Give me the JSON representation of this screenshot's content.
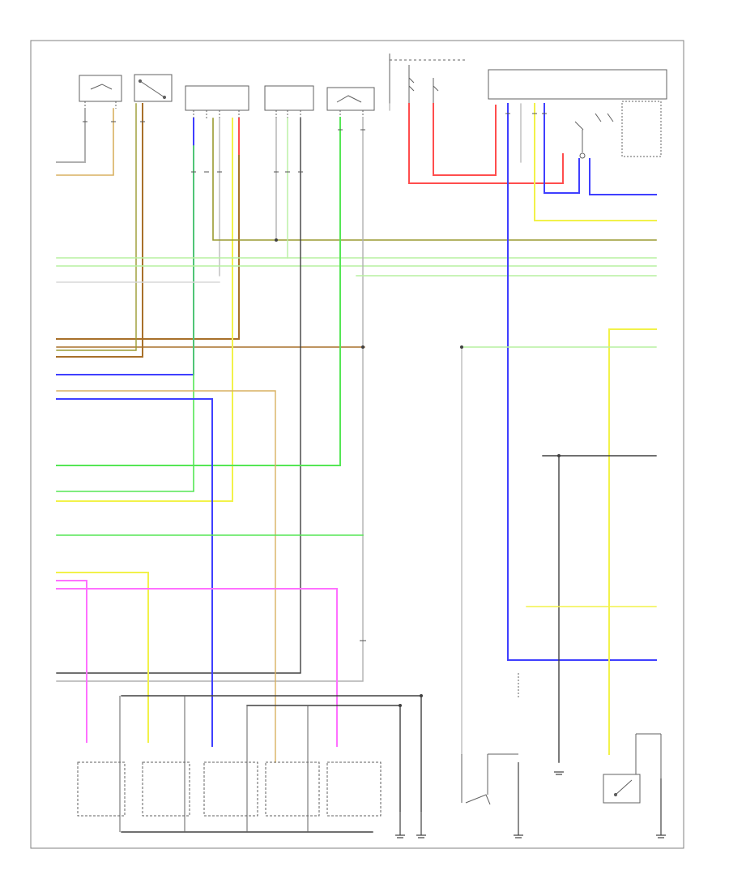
{
  "diagram": {
    "id_label": "",
    "page_border": true
  },
  "colors": {
    "frame": "#808080",
    "black": "#404040",
    "red": "#ff4d4d",
    "blue": "#3f3fff",
    "yellow": "#f2f24a",
    "green": "#55e655",
    "lightgreen": "#b7f0a0",
    "olive": "#9a9a30",
    "brown": "#a8702a",
    "tan": "#d9b060",
    "pink": "#ff70ff",
    "grey": "#b0b0b0",
    "lightgrey": "#d8d8d8"
  },
  "components": [
    {
      "key": "sensor-a",
      "label_lines": [
        "",
        "",
        ""
      ]
    },
    {
      "key": "sensor-b",
      "label_lines": [
        "",
        ""
      ]
    },
    {
      "key": "module-1",
      "label_lines": [
        "",
        ""
      ]
    },
    {
      "key": "module-2",
      "label_lines": [
        "",
        ""
      ]
    },
    {
      "key": "sensor-c",
      "label_lines": [
        "",
        ""
      ]
    },
    {
      "key": "fuse-box",
      "label_lines": [
        "",
        ""
      ]
    },
    {
      "key": "ecm-header",
      "label_lines": [
        ""
      ]
    },
    {
      "key": "injectors",
      "label_lines": [
        ""
      ]
    },
    {
      "key": "ground-1",
      "label_lines": [
        ""
      ]
    },
    {
      "key": "switch-1",
      "label_lines": [
        ""
      ]
    },
    {
      "key": "sensor-d",
      "label_lines": [
        ""
      ]
    }
  ]
}
